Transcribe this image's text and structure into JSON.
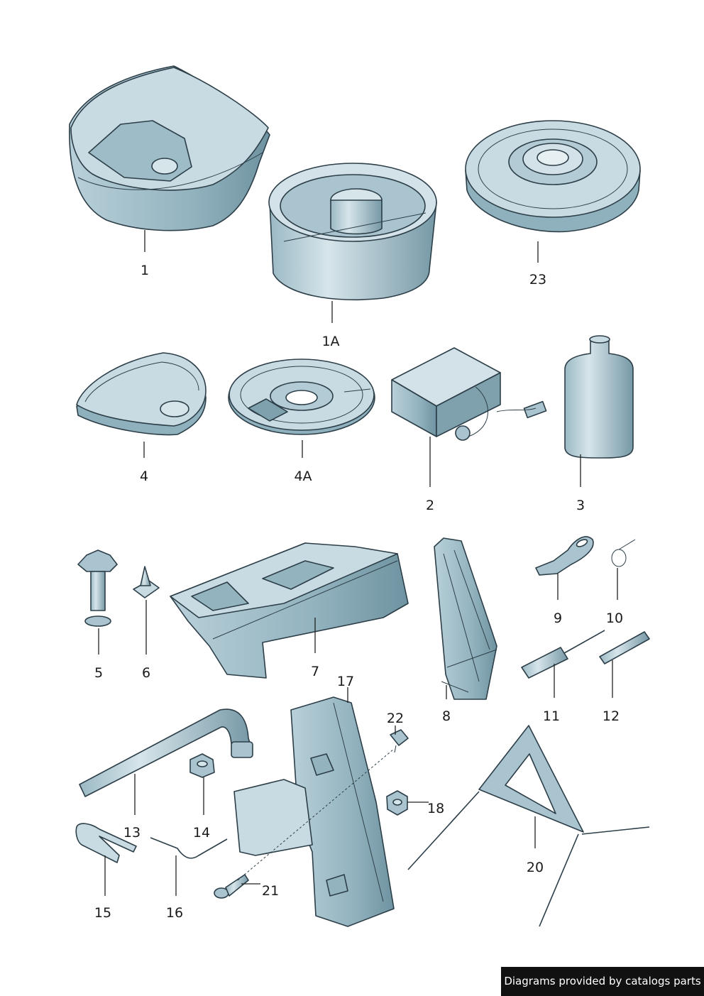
{
  "diagram": {
    "callouts": [
      {
        "id": "1",
        "label": "1"
      },
      {
        "id": "1A",
        "label": "1A"
      },
      {
        "id": "23",
        "label": "23"
      },
      {
        "id": "4",
        "label": "4"
      },
      {
        "id": "4A",
        "label": "4A"
      },
      {
        "id": "2",
        "label": "2"
      },
      {
        "id": "3",
        "label": "3"
      },
      {
        "id": "5",
        "label": "5"
      },
      {
        "id": "6",
        "label": "6"
      },
      {
        "id": "7",
        "label": "7"
      },
      {
        "id": "8",
        "label": "8"
      },
      {
        "id": "9",
        "label": "9"
      },
      {
        "id": "10",
        "label": "10"
      },
      {
        "id": "11",
        "label": "11"
      },
      {
        "id": "12",
        "label": "12"
      },
      {
        "id": "13",
        "label": "13"
      },
      {
        "id": "14",
        "label": "14"
      },
      {
        "id": "15",
        "label": "15"
      },
      {
        "id": "16",
        "label": "16"
      },
      {
        "id": "17",
        "label": "17"
      },
      {
        "id": "18",
        "label": "18"
      },
      {
        "id": "20",
        "label": "20"
      },
      {
        "id": "21",
        "label": "21"
      },
      {
        "id": "22",
        "label": "22"
      }
    ]
  },
  "colors": {
    "part_fill": "#a9c4cf",
    "part_light": "#d3e2e8",
    "part_dark": "#7fa1ae",
    "outline": "#2c3e48"
  },
  "footer": {
    "text": "Diagrams provided by catalogs parts"
  }
}
